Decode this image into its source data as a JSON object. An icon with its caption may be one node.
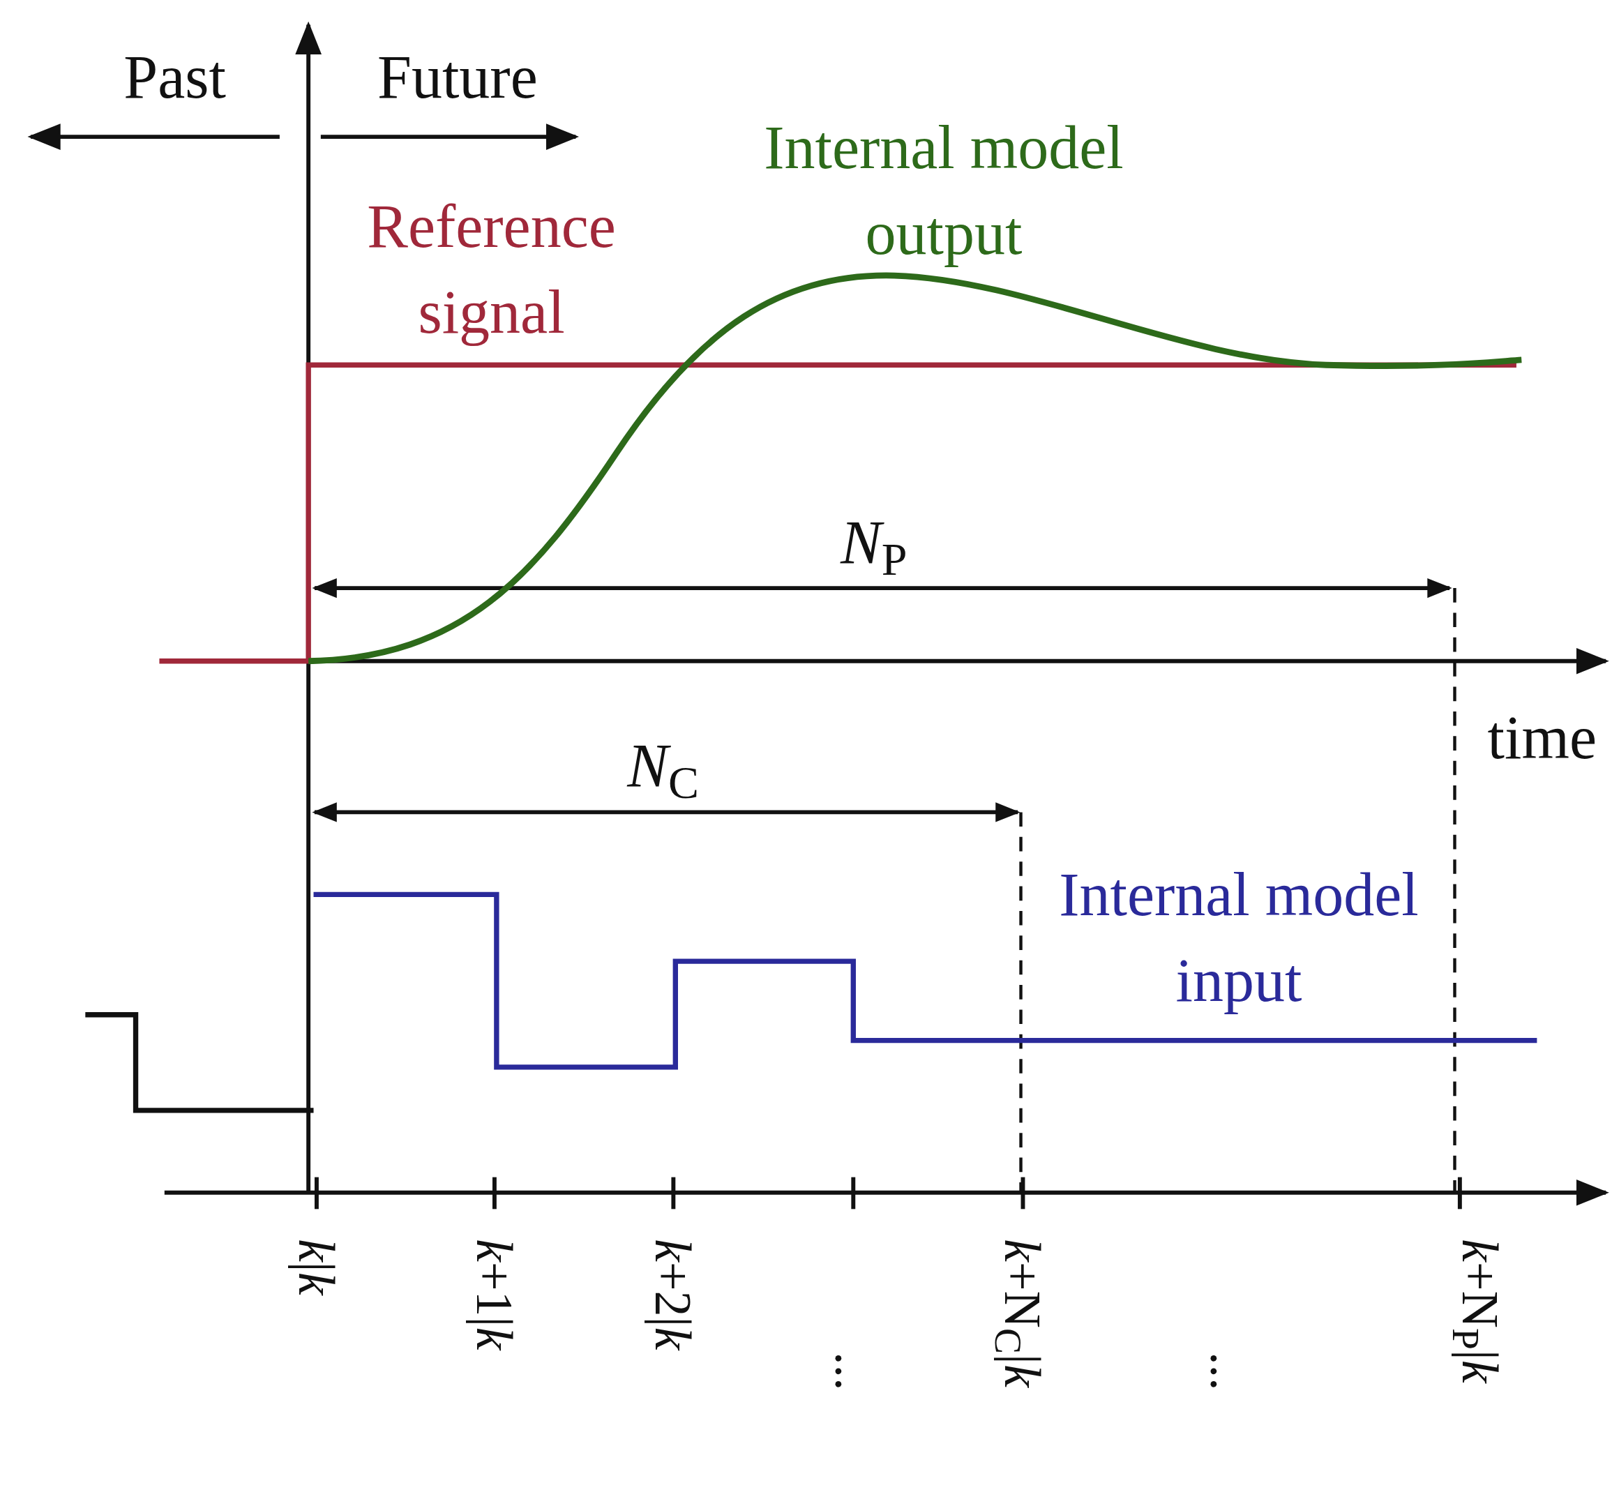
{
  "diagram": {
    "labels": [
      "Past",
      "Future",
      "Internal model output",
      "Reference signal",
      "*N*$_{P}$",
      "time",
      "*N*$_{C}$",
      "Internal model input",
      "*k*|*k*",
      "*k*+1|*k*",
      "*k*+2|*k*",
      "...",
      "*k*+N$_{C}$|*k*",
      "...",
      "*k*+N$_{P}$|*k*"
    ]
  }
}
